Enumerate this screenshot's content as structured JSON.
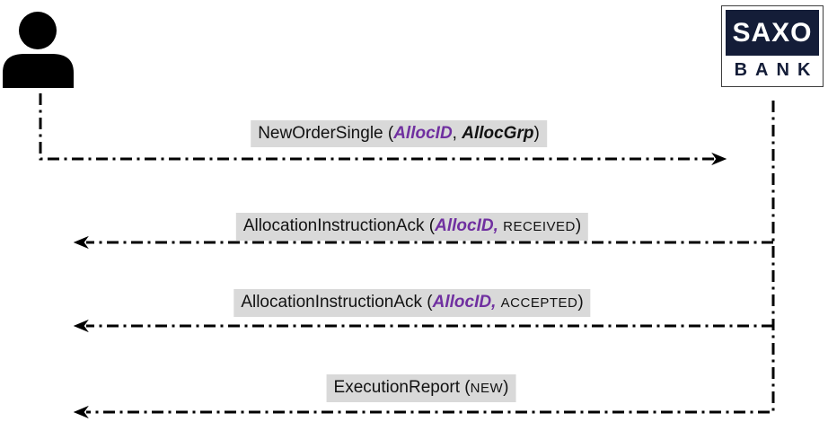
{
  "actors": {
    "client": {
      "icon": "person-icon"
    },
    "bank": {
      "logo_line1": "SAXO",
      "logo_line2": "BANK"
    }
  },
  "messages": [
    {
      "direction": "client-to-bank",
      "segments": [
        {
          "text": "NewOrderSingle (",
          "style": "plain"
        },
        {
          "text": "AllocID",
          "style": "purple-bold-italic"
        },
        {
          "text": ", ",
          "style": "plain"
        },
        {
          "text": "AllocGrp",
          "style": "bold-italic"
        },
        {
          "text": ")",
          "style": "plain"
        }
      ]
    },
    {
      "direction": "bank-to-client",
      "segments": [
        {
          "text": "AllocationInstructionAck (",
          "style": "plain"
        },
        {
          "text": "AllocID,",
          "style": "purple-bold-italic"
        },
        {
          "text": " ",
          "style": "plain"
        },
        {
          "text": "RECEIVED",
          "style": "small-caps"
        },
        {
          "text": ")",
          "style": "plain"
        }
      ]
    },
    {
      "direction": "bank-to-client",
      "segments": [
        {
          "text": "AllocationInstructionAck (",
          "style": "plain"
        },
        {
          "text": "AllocID,",
          "style": "purple-bold-italic"
        },
        {
          "text": " ",
          "style": "plain"
        },
        {
          "text": "ACCEPTED",
          "style": "small-caps"
        },
        {
          "text": ")",
          "style": "plain"
        }
      ]
    },
    {
      "direction": "bank-to-client",
      "segments": [
        {
          "text": "ExecutionReport (",
          "style": "plain"
        },
        {
          "text": "NEW",
          "style": "small-caps"
        },
        {
          "text": ")",
          "style": "plain"
        }
      ]
    }
  ],
  "colors": {
    "label_background": "#d9d9d9",
    "alloc_field_purple": "#7030a0",
    "line_black": "#000000",
    "logo_navy": "#141d38"
  }
}
